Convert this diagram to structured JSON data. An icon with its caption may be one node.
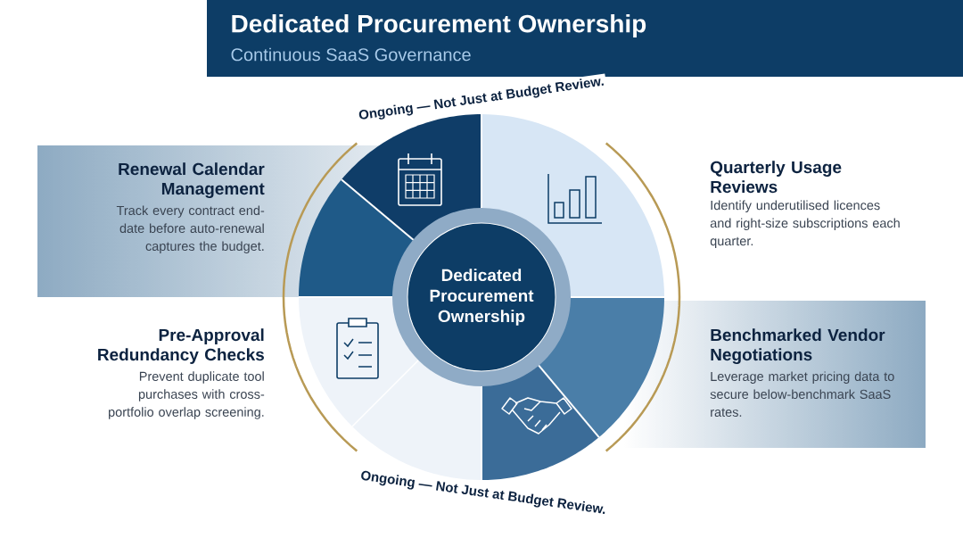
{
  "diagram": {
    "title": "Dedicated Procurement Ownership",
    "nodes": [
      {
        "text": [
          "Dedicated Procurement Ownership"
        ]
      },
      {
        "text": [
          "Renewal Calendar Management",
          "Track every contract end-date before auto-renewal captures the budget."
        ]
      },
      {
        "text": [
          "Quarterly Usage Reviews",
          "Identify underutilised licences and right-size subscriptions each quarter."
        ]
      },
      {
        "text": [
          "Pre-Approval Redundancy Checks",
          "Prevent duplicate tool purchases with cross-portfolio overlap screening."
        ]
      },
      {
        "text": [
          "Benchmarked Vendor Negotiations",
          "Leverage market pricing data to secure below-benchmark SaaS rates."
        ]
      }
    ],
    "labels": [
      "Continuous SaaS Governance",
      "Ongoing — Not Just at Budget Review.",
      "Ongoing — Not Just at Budget Review."
    ]
  }
}
